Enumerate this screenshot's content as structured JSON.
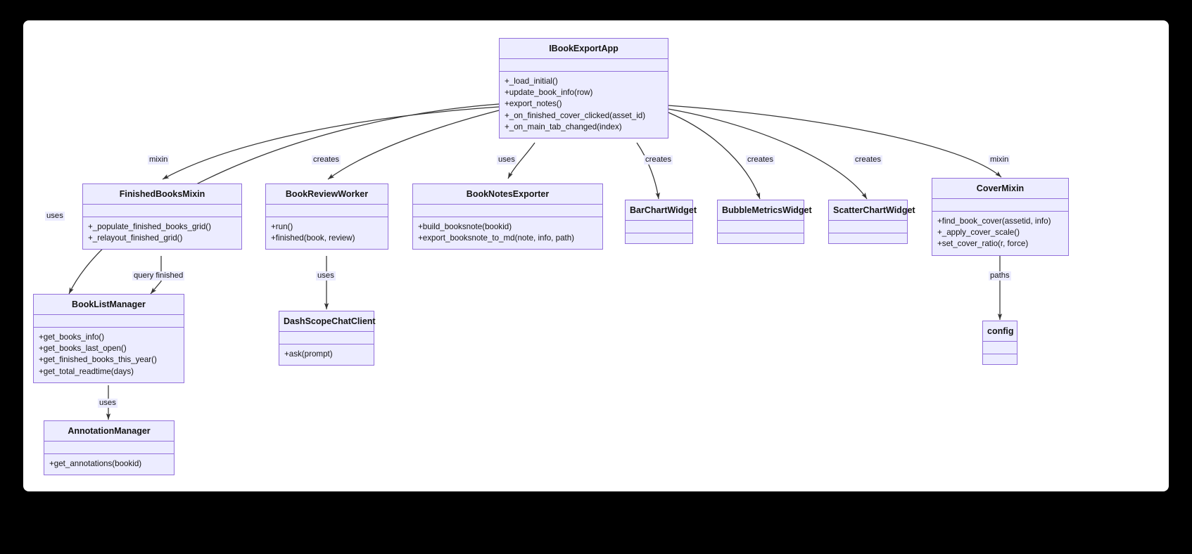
{
  "diagram": {
    "type": "uml-class-diagram",
    "background_color": "#000000",
    "canvas_color": "#ffffff",
    "class_fill": "#ececff",
    "class_border": "#9370db",
    "edge_color": "#333333"
  },
  "classes": [
    {
      "id": "ibookexportapp",
      "name": "IBookExportApp",
      "attributes": [],
      "methods": [
        "+_load_initial()",
        "+update_book_info(row)",
        "+export_notes()",
        "+_on_finished_cover_clicked(asset_id)",
        "+_on_main_tab_changed(index)"
      ]
    },
    {
      "id": "finishedbooksmixin",
      "name": "FinishedBooksMixin",
      "attributes": [],
      "methods": [
        "+_populate_finished_books_grid()",
        "+_relayout_finished_grid()"
      ]
    },
    {
      "id": "bookreviewworker",
      "name": "BookReviewWorker",
      "attributes": [],
      "methods": [
        "+run()",
        "+finished(book, review)"
      ]
    },
    {
      "id": "booknotesexporter",
      "name": "BookNotesExporter",
      "attributes": [],
      "methods": [
        "+build_booksnote(bookid)",
        "+export_booksnote_to_md(note, info, path)"
      ]
    },
    {
      "id": "barchartwidget",
      "name": "BarChartWidget",
      "attributes": [],
      "methods": []
    },
    {
      "id": "bubblemetricswidget",
      "name": "BubbleMetricsWidget",
      "attributes": [],
      "methods": []
    },
    {
      "id": "scatterchartwidget",
      "name": "ScatterChartWidget",
      "attributes": [],
      "methods": []
    },
    {
      "id": "covermixin",
      "name": "CoverMixin",
      "attributes": [],
      "methods": [
        "+find_book_cover(assetid, info)",
        "+_apply_cover_scale()",
        "+set_cover_ratio(r, force)"
      ]
    },
    {
      "id": "booklistmanager",
      "name": "BookListManager",
      "attributes": [],
      "methods": [
        "+get_books_info()",
        "+get_books_last_open()",
        "+get_finished_books_this_year()",
        "+get_total_readtime(days)"
      ]
    },
    {
      "id": "dashscopechatclient",
      "name": "DashScopeChatClient",
      "attributes": [],
      "methods": [
        "+ask(prompt)"
      ]
    },
    {
      "id": "config",
      "name": "config",
      "attributes": [],
      "methods": []
    },
    {
      "id": "annotationmanager",
      "name": "AnnotationManager",
      "attributes": [],
      "methods": [
        "+get_annotations(bookid)"
      ]
    }
  ],
  "edges": [
    {
      "id": "e1",
      "from": "IBookExportApp",
      "to": "FinishedBooksMixin",
      "label": "mixin"
    },
    {
      "id": "e2",
      "from": "IBookExportApp",
      "to": "BookListManager",
      "label": "uses"
    },
    {
      "id": "e3",
      "from": "IBookExportApp",
      "to": "BookReviewWorker",
      "label": "creates"
    },
    {
      "id": "e4",
      "from": "IBookExportApp",
      "to": "BookNotesExporter",
      "label": "uses"
    },
    {
      "id": "e5",
      "from": "IBookExportApp",
      "to": "BarChartWidget",
      "label": "creates"
    },
    {
      "id": "e6",
      "from": "IBookExportApp",
      "to": "BubbleMetricsWidget",
      "label": "creates"
    },
    {
      "id": "e7",
      "from": "IBookExportApp",
      "to": "ScatterChartWidget",
      "label": "creates"
    },
    {
      "id": "e8",
      "from": "IBookExportApp",
      "to": "CoverMixin",
      "label": "mixin"
    },
    {
      "id": "e9",
      "from": "FinishedBooksMixin",
      "to": "BookListManager",
      "label": "query finished"
    },
    {
      "id": "e10",
      "from": "BookReviewWorker",
      "to": "DashScopeChatClient",
      "label": "uses"
    },
    {
      "id": "e11",
      "from": "CoverMixin",
      "to": "config",
      "label": "paths"
    },
    {
      "id": "e12",
      "from": "BookListManager",
      "to": "AnnotationManager",
      "label": "uses"
    }
  ]
}
